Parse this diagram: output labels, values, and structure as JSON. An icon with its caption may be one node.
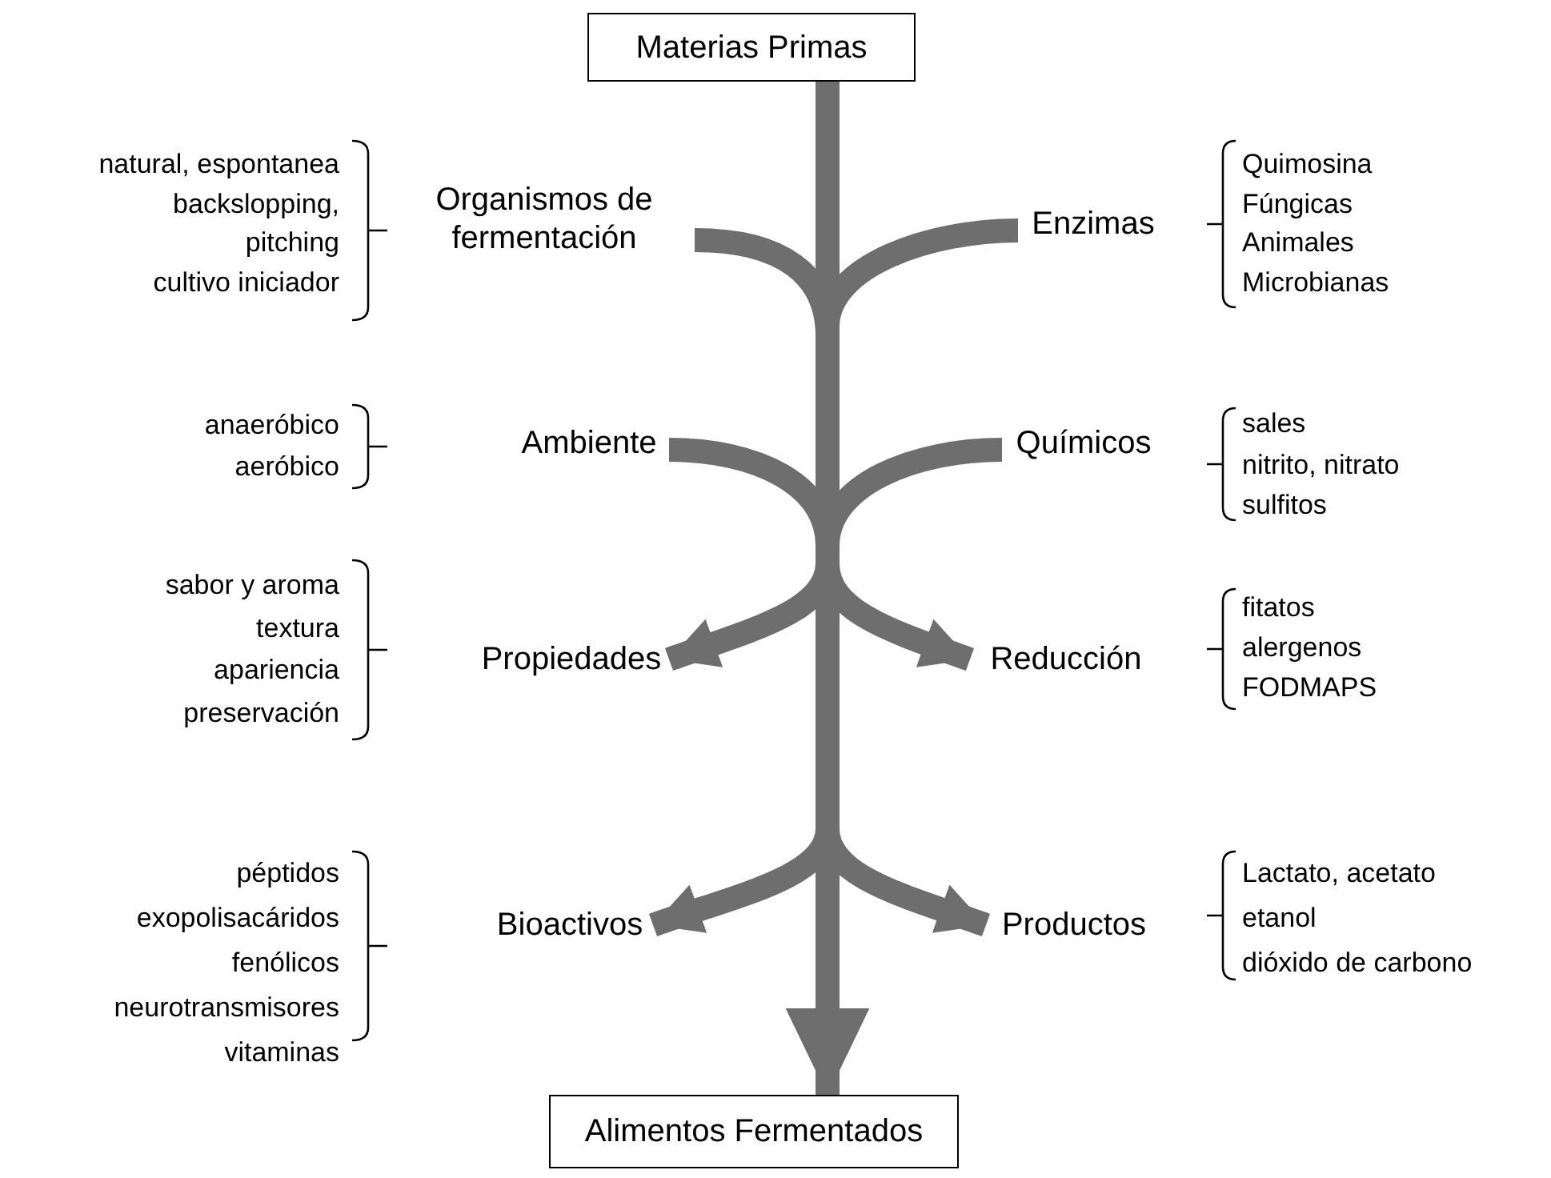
{
  "diagram": {
    "nodes": [
      {
        "text": [
          "Materias Primas"
        ]
      },
      {
        "text": [
          "Alimentos Fermentados"
        ]
      },
      {
        "text": [
          "Organismos de fermentación"
        ]
      },
      {
        "text": [
          "Enzimas"
        ]
      },
      {
        "text": [
          "Ambiente"
        ]
      },
      {
        "text": [
          "Químicos"
        ]
      },
      {
        "text": [
          "Propiedades"
        ]
      },
      {
        "text": [
          "Reducción"
        ]
      },
      {
        "text": [
          "Bioactivos"
        ]
      },
      {
        "text": [
          "Productos"
        ]
      }
    ],
    "edges": [
      {
        "from": 0,
        "to": 1,
        "arrow": "to"
      },
      {
        "from": 2,
        "to": 1,
        "arrow": "to"
      },
      {
        "from": 3,
        "to": 1,
        "arrow": "to"
      },
      {
        "from": 4,
        "to": 1,
        "arrow": "to"
      },
      {
        "from": 5,
        "to": 1,
        "arrow": "to"
      },
      {
        "from": 0,
        "to": 6,
        "arrow": "to"
      },
      {
        "from": 0,
        "to": 7,
        "arrow": "to"
      },
      {
        "from": 0,
        "to": 8,
        "arrow": "to"
      },
      {
        "from": 0,
        "to": 9,
        "arrow": "to"
      }
    ],
    "labels": [
      "natural, espontanea",
      "backslopping,",
      "pitching",
      "cultivo iniciador",
      "Quimosina",
      "Fúngicas",
      "Animales",
      "Microbianas",
      "anaeróbico",
      "aeróbico",
      "sales",
      "nitrito, nitrato",
      "sulfitos",
      "sabor y aroma",
      "textura",
      "apariencia",
      "preservación",
      "fitatos",
      "alergenos",
      "FODMAPS",
      "péptidos",
      "exopolisacáridos",
      "fenólicos",
      "neurotransmisores",
      "vitaminas",
      "Lactato, acetato",
      "etanol",
      "dióxido de carbono"
    ]
  }
}
